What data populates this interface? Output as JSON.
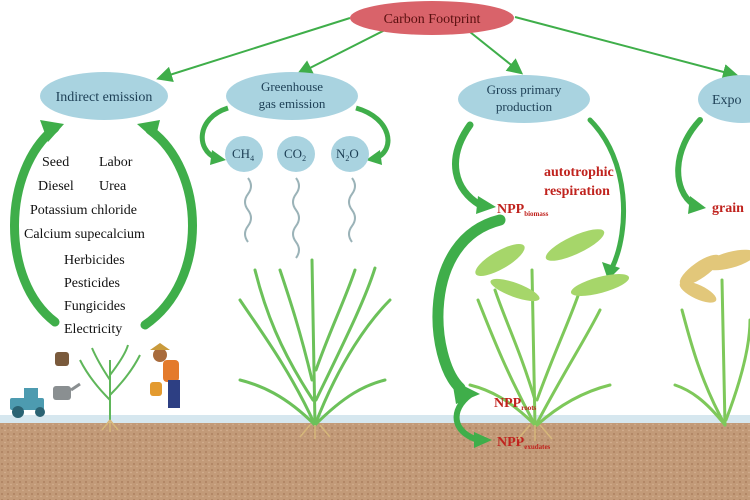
{
  "root": {
    "label": "Carbon Footprint"
  },
  "branches": [
    {
      "label_lines": [
        "Indirect emission"
      ]
    },
    {
      "label_lines": [
        "Greenhouse",
        "gas emission"
      ]
    },
    {
      "label_lines": [
        "Gross primary",
        "production"
      ]
    },
    {
      "label_lines": [
        "Expo"
      ]
    }
  ],
  "inputs": {
    "seed": "Seed",
    "labor": "Labor",
    "diesel": "Diesel",
    "urea": "Urea",
    "potassium": "Potassium chloride",
    "calcium": "Calcium supecalcium",
    "herbicides": "Herbicides",
    "pesticides": "Pesticides",
    "fungicides": "Fungicides",
    "electricity": "Electricity"
  },
  "gases": [
    {
      "base": "CH",
      "sub": "4"
    },
    {
      "base": "CO",
      "sub": "2"
    },
    {
      "base": "N",
      "sub": "2",
      "tail": "O"
    }
  ],
  "gpp": {
    "autotrophic": [
      "autotrophic",
      "respiration"
    ],
    "npp_biomass": {
      "base": "NPP",
      "sub": "biomass"
    },
    "npp_roots": {
      "base": "NPP",
      "sub": "roots"
    },
    "npp_exudates": {
      "base": "NPP",
      "sub": "exudates"
    }
  },
  "export": {
    "grain": "grain"
  },
  "colors": {
    "root_fill": "#d9636a",
    "bubble_fill": "#a9d3e0",
    "arrow_green": "#3fae4a",
    "red_text": "#c0231e",
    "soil": "#b98a63"
  }
}
